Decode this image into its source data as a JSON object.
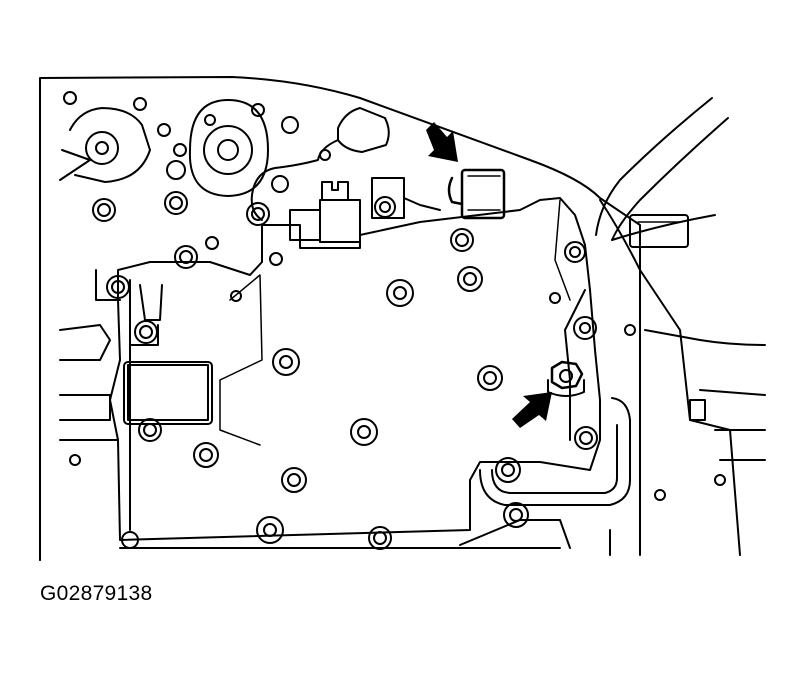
{
  "figure": {
    "code": "G02879138",
    "line_color": "#000000",
    "background": "#ffffff",
    "callouts": [
      {
        "name": "upper-arrow",
        "target": "connector-clip"
      },
      {
        "name": "lower-arrow",
        "target": "bolt"
      }
    ]
  }
}
